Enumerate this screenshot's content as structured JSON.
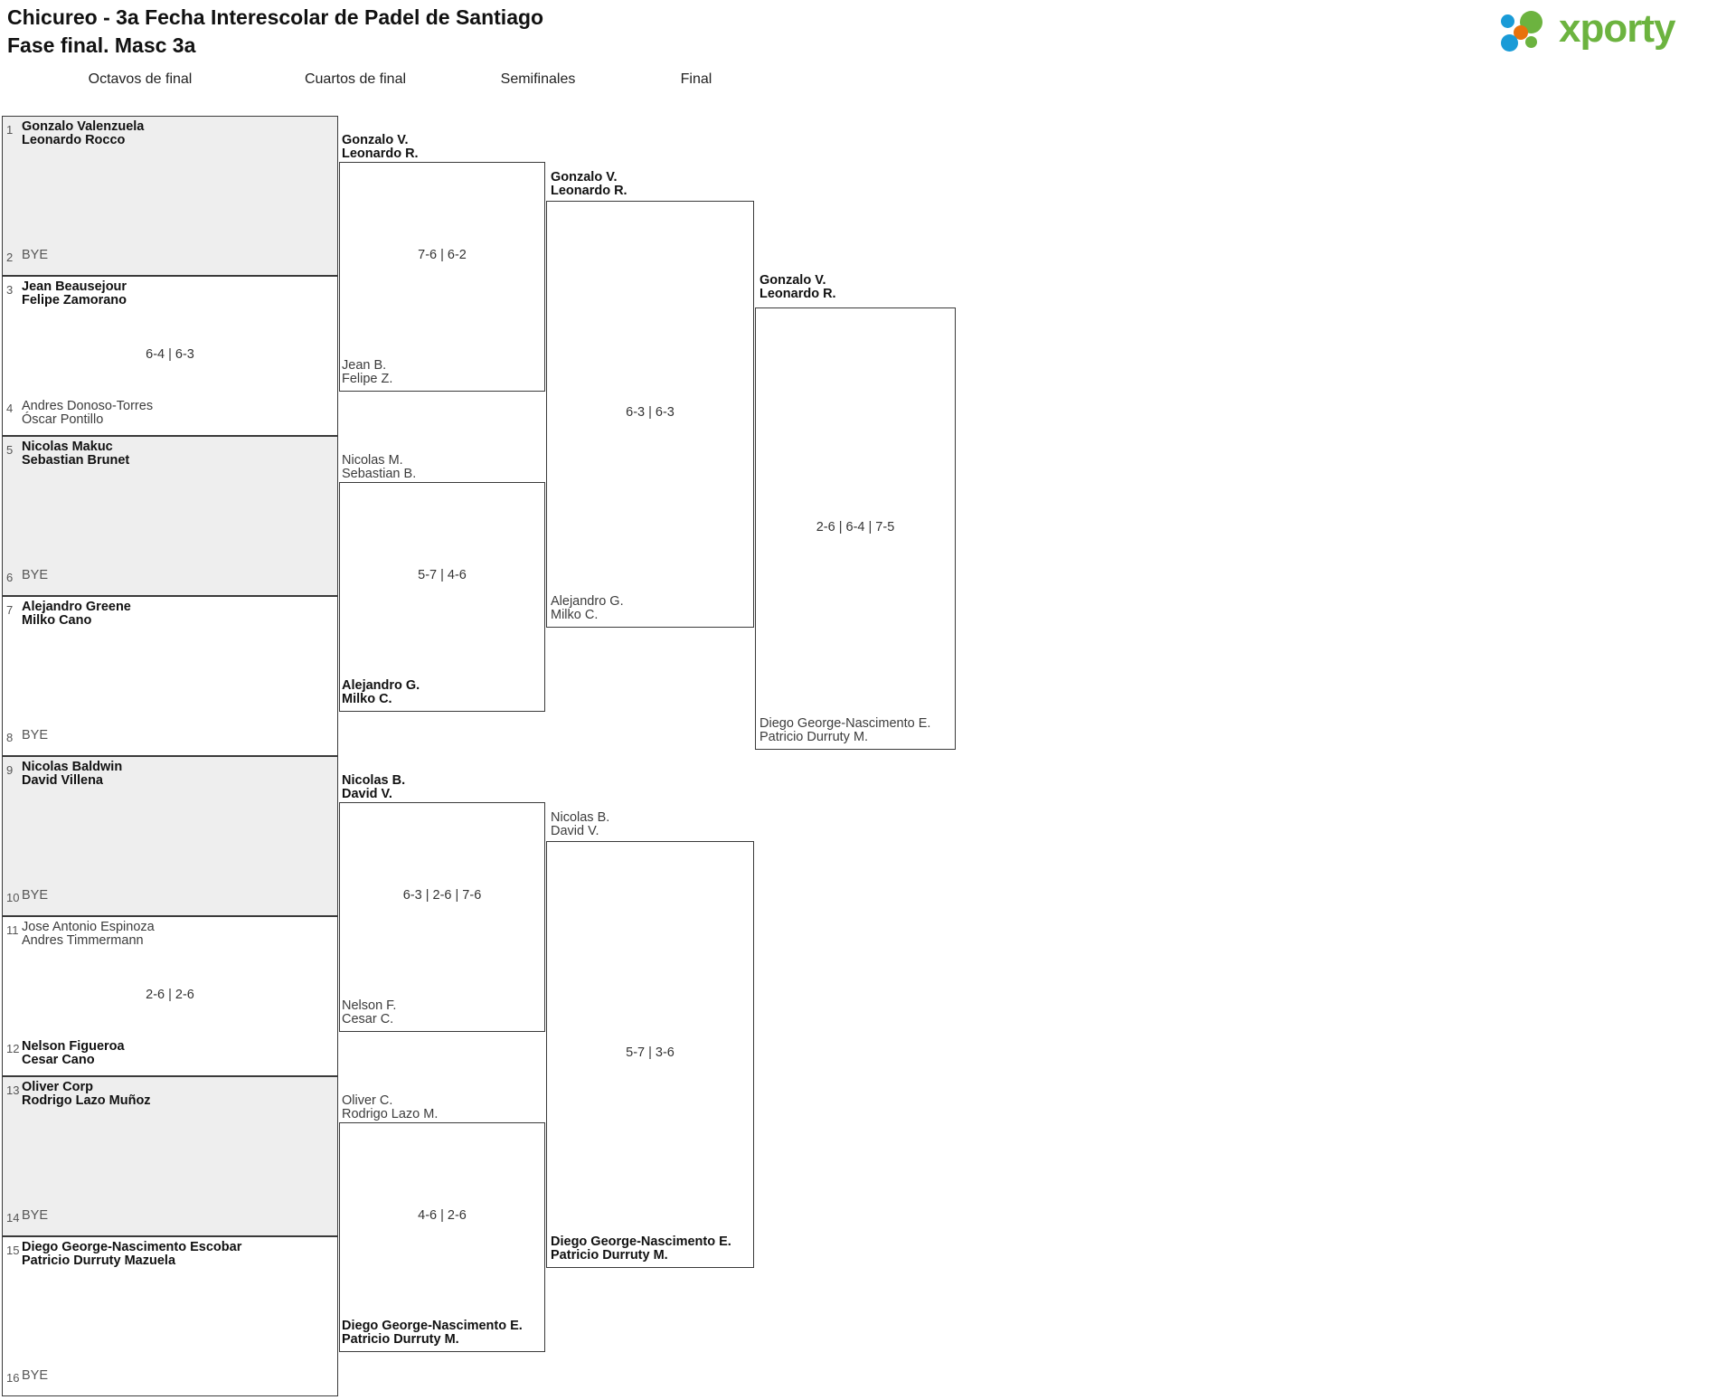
{
  "header": {
    "title_line1": "Chicureo - 3a Fecha Interescolar de Padel de Santiago",
    "title_line2": "Fase final. Masc 3a",
    "logo_text": "xporty",
    "logo_colors": {
      "green": "#6cb33f",
      "blue": "#199bd7",
      "orange": "#e8720c"
    }
  },
  "rounds": [
    {
      "id": "r16",
      "label": "Octavos de final"
    },
    {
      "id": "qf",
      "label": "Cuartos de final"
    },
    {
      "id": "sf",
      "label": "Semifinales"
    },
    {
      "id": "f",
      "label": "Final"
    }
  ],
  "bye_label": "BYE",
  "r16": {
    "entries": [
      {
        "seed": "1",
        "line1": "Gonzalo Valenzuela",
        "line2": "Leonardo Rocco",
        "winner": true
      },
      {
        "seed": "2",
        "line1": "BYE",
        "line2": "",
        "bye": true
      },
      {
        "seed": "3",
        "line1": "Jean Beausejour",
        "line2": "Felipe Zamorano",
        "winner": true
      },
      {
        "seed": "4",
        "line1": "Andres Donoso-Torres",
        "line2": "Óscar Pontillo",
        "winner": false
      },
      {
        "seed": "5",
        "line1": "Nicolas Makuc",
        "line2": "Sebastian Brunet",
        "winner": true
      },
      {
        "seed": "6",
        "line1": "BYE",
        "line2": "",
        "bye": true
      },
      {
        "seed": "7",
        "line1": "Alejandro Greene",
        "line2": "Milko Cano",
        "winner": true
      },
      {
        "seed": "8",
        "line1": "BYE",
        "line2": "",
        "bye": true
      },
      {
        "seed": "9",
        "line1": "Nicolas Baldwin",
        "line2": "David Villena",
        "winner": true
      },
      {
        "seed": "10",
        "line1": "BYE",
        "line2": "",
        "bye": true
      },
      {
        "seed": "11",
        "line1": "Jose Antonio Espinoza",
        "line2": "Andres Timmermann",
        "winner": false
      },
      {
        "seed": "12",
        "line1": "Nelson Figueroa",
        "line2": "Cesar Cano",
        "winner": true
      },
      {
        "seed": "13",
        "line1": "Oliver Corp",
        "line2": "Rodrigo Lazo Muñoz",
        "winner": true
      },
      {
        "seed": "14",
        "line1": "BYE",
        "line2": "",
        "bye": true
      },
      {
        "seed": "15",
        "line1": "Diego George-Nascimento Escobar",
        "line2": "Patricio Durruty Mazuela",
        "winner": true
      },
      {
        "seed": "16",
        "line1": "BYE",
        "line2": "",
        "bye": true
      }
    ],
    "scores": [
      "",
      "6-4 | 6-3",
      "",
      "",
      "",
      "2-6 | 2-6",
      "",
      ""
    ]
  },
  "qf": {
    "entries": [
      {
        "line1": "Gonzalo V.",
        "line2": "Leonardo R.",
        "winner": true
      },
      {
        "line1": "Jean B.",
        "line2": "Felipe Z.",
        "winner": false
      },
      {
        "line1": "Nicolas M.",
        "line2": "Sebastian B.",
        "winner": false
      },
      {
        "line1": "Alejandro G.",
        "line2": "Milko C.",
        "winner": true
      },
      {
        "line1": "Nicolas B.",
        "line2": "David V.",
        "winner": true
      },
      {
        "line1": "Nelson F.",
        "line2": "Cesar C.",
        "winner": false
      },
      {
        "line1": "Oliver C.",
        "line2": "Rodrigo Lazo M.",
        "winner": false
      },
      {
        "line1": "Diego George-Nascimento E.",
        "line2": "Patricio Durruty M.",
        "winner": true
      }
    ],
    "scores": [
      "7-6 | 6-2",
      "5-7 | 4-6",
      "6-3 | 2-6 | 7-6",
      "4-6 | 2-6"
    ]
  },
  "sf": {
    "entries": [
      {
        "line1": "Gonzalo V.",
        "line2": "Leonardo R.",
        "winner": true
      },
      {
        "line1": "Alejandro G.",
        "line2": "Milko C.",
        "winner": false
      },
      {
        "line1": "Nicolas B.",
        "line2": "David V.",
        "winner": false
      },
      {
        "line1": "Diego George-Nascimento E.",
        "line2": "Patricio Durruty M.",
        "winner": true
      }
    ],
    "scores": [
      "6-3 | 6-3",
      "5-7 | 3-6"
    ]
  },
  "final": {
    "entries": [
      {
        "line1": "Gonzalo V.",
        "line2": "Leonardo R.",
        "winner": true
      },
      {
        "line1": "Diego George-Nascimento E.",
        "line2": "Patricio Durruty M.",
        "winner": false
      }
    ],
    "scores": [
      "2-6 | 6-4 | 7-5"
    ]
  }
}
